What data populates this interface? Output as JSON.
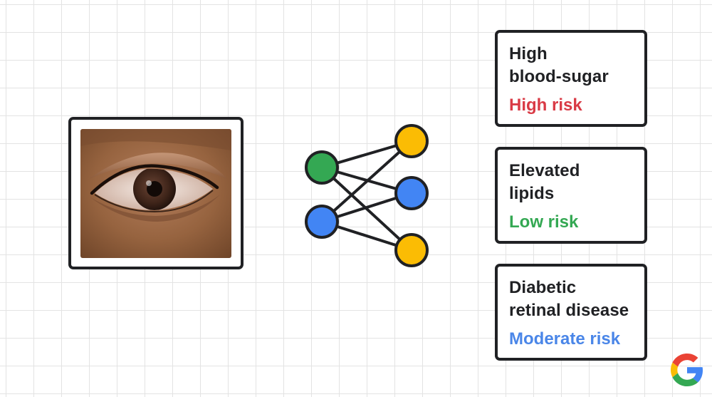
{
  "input_image": {
    "icon": "eye-photo"
  },
  "network": {
    "input_nodes": [
      {
        "color": "#34a853"
      },
      {
        "color": "#4285f4"
      }
    ],
    "output_nodes": [
      {
        "color": "#fbbc04"
      },
      {
        "color": "#4285f4"
      },
      {
        "color": "#fbbc04"
      }
    ],
    "edge_color": "#202124"
  },
  "predictions": [
    {
      "condition_line1": "High",
      "condition_line2": "blood-sugar",
      "risk": "High risk",
      "risk_color": "#d93a45"
    },
    {
      "condition_line1": "Elevated",
      "condition_line2": "lipids",
      "risk": "Low risk",
      "risk_color": "#34a853"
    },
    {
      "condition_line1": "Diabetic",
      "condition_line2": "retinal disease",
      "risk": "Moderate risk",
      "risk_color": "#4a86e8"
    }
  ],
  "logo": {
    "icon": "google-g-logo"
  }
}
